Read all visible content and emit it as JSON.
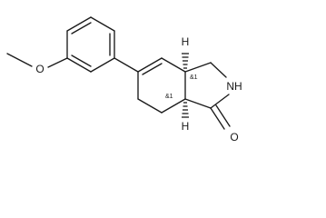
{
  "molecule": {
    "atoms": {
      "methoxy_oxygen": "O",
      "amide_nitrogen": "NH",
      "carbonyl_oxygen": "O",
      "hydrogen_top": "H",
      "hydrogen_bottom": "H"
    },
    "stereo_labels": {
      "top": "&1",
      "bottom": "&1"
    }
  },
  "colors": {
    "ink": "#1a1a1a",
    "background": "#ffffff"
  }
}
